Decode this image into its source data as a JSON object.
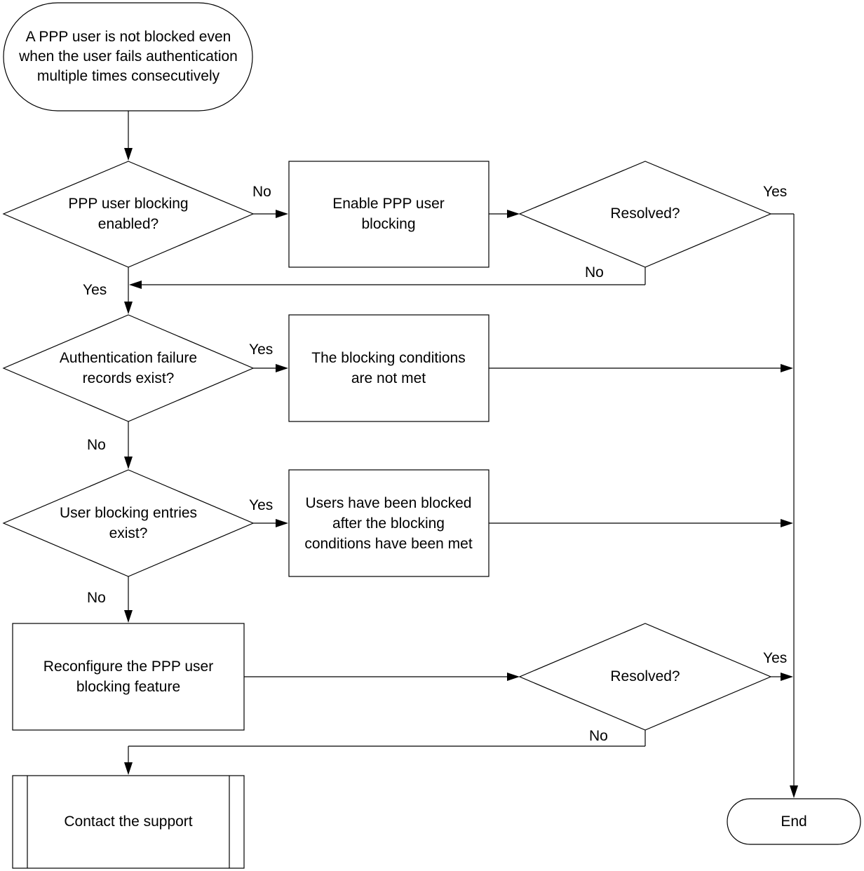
{
  "nodes": {
    "start": [
      "A PPP user is not blocked even",
      "when the user fails authentication",
      "multiple times consecutively"
    ],
    "q_enabled": [
      "PPP user blocking",
      "enabled?"
    ],
    "enable_box": [
      "Enable PPP user",
      "blocking"
    ],
    "resolved_1": [
      "Resolved?"
    ],
    "q_records": [
      "Authentication failure",
      "records exist?"
    ],
    "not_met_box": [
      "The blocking conditions",
      "are not met"
    ],
    "q_entries": [
      "User blocking entries",
      "exist?"
    ],
    "blocked_box": [
      "Users have been blocked",
      "after the blocking",
      "conditions have been met"
    ],
    "reconfigure_box": [
      "Reconfigure the PPP user",
      "blocking feature"
    ],
    "resolved_2": [
      "Resolved?"
    ],
    "support_box": [
      "Contact the support"
    ],
    "end": [
      "End"
    ]
  },
  "edge_labels": {
    "enabled_no": "No",
    "enabled_yes": "Yes",
    "resolved1_yes": "Yes",
    "resolved1_no": "No",
    "records_yes": "Yes",
    "records_no": "No",
    "entries_yes": "Yes",
    "entries_no": "No",
    "resolved2_yes": "Yes",
    "resolved2_no": "No"
  }
}
